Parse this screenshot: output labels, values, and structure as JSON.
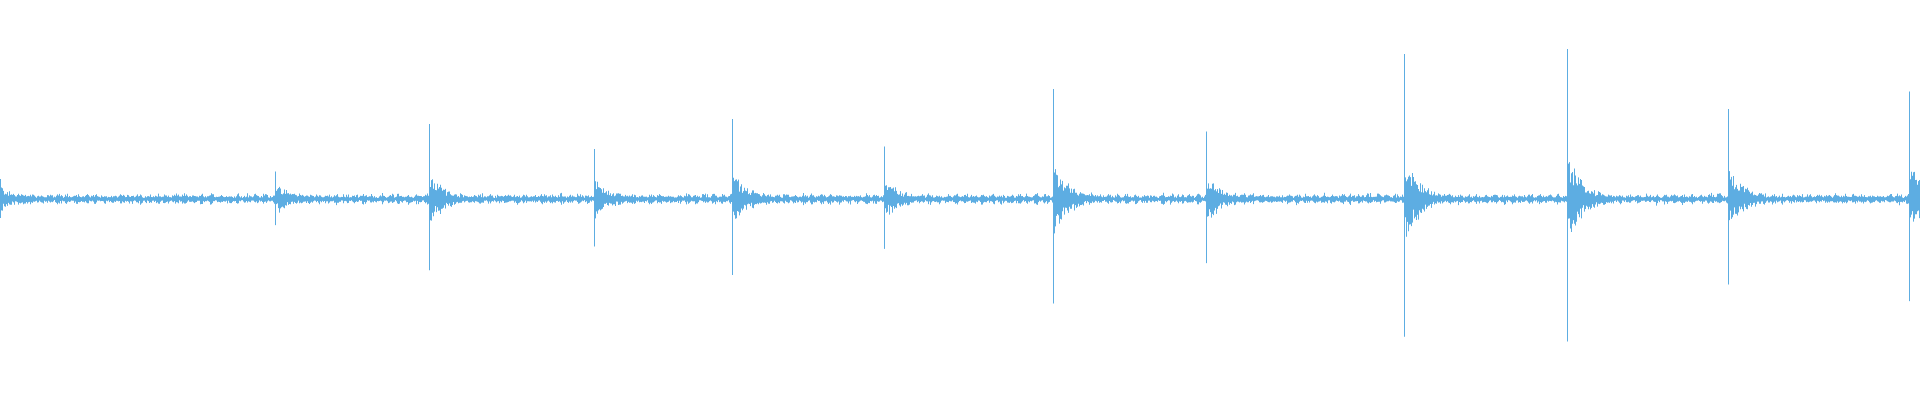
{
  "chart_data": {
    "type": "area",
    "title": "",
    "xlabel": "",
    "ylabel": "",
    "ylim": [
      -1,
      1
    ],
    "grid": false,
    "legend": "none",
    "color": "#5dade2",
    "baseline_amplitude": 0.03,
    "onsets": [
      {
        "t": 0.0,
        "peak": 0.08
      },
      {
        "t": 0.143,
        "peak": 0.11
      },
      {
        "t": 0.223,
        "peak": 0.3
      },
      {
        "t": 0.309,
        "peak": 0.2
      },
      {
        "t": 0.381,
        "peak": 0.32
      },
      {
        "t": 0.46,
        "peak": 0.21
      },
      {
        "t": 0.548,
        "peak": 0.44
      },
      {
        "t": 0.628,
        "peak": 0.27
      },
      {
        "t": 0.731,
        "peak": 0.58
      },
      {
        "t": 0.816,
        "peak": 0.6
      },
      {
        "t": 0.9,
        "peak": 0.36
      },
      {
        "t": 0.994,
        "peak": 0.43
      }
    ]
  }
}
